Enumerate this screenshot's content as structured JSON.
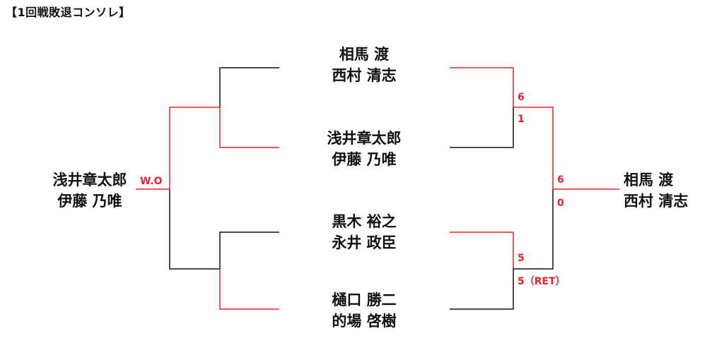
{
  "title": "【1回戦敗退コンソレ】",
  "colors": {
    "winner": "#e8202a",
    "loser": "#111111"
  },
  "left_bracket": {
    "entries": [
      {
        "player1": "相馬 渡",
        "player2": "西村 清志"
      },
      {
        "player1": "浅井章太郎",
        "player2": "伊藤 乃唯"
      },
      {
        "player1": "黒木 裕之",
        "player2": "永井 政臣"
      },
      {
        "player1": "樋口 勝二",
        "player2": "的場 啓樹"
      }
    ],
    "final_winner": {
      "player1": "浅井章太郎",
      "player2": "伊藤 乃唯"
    },
    "final_score": "W.O"
  },
  "right_bracket": {
    "semi_top": {
      "winner_score": "6",
      "loser_score": "1"
    },
    "semi_bottom": {
      "winner_score": "5",
      "loser_score": "5（RET）"
    },
    "final": {
      "winner_score": "6",
      "loser_score": "0"
    },
    "final_winner": {
      "player1": "相馬 渡",
      "player2": "西村 清志"
    }
  }
}
